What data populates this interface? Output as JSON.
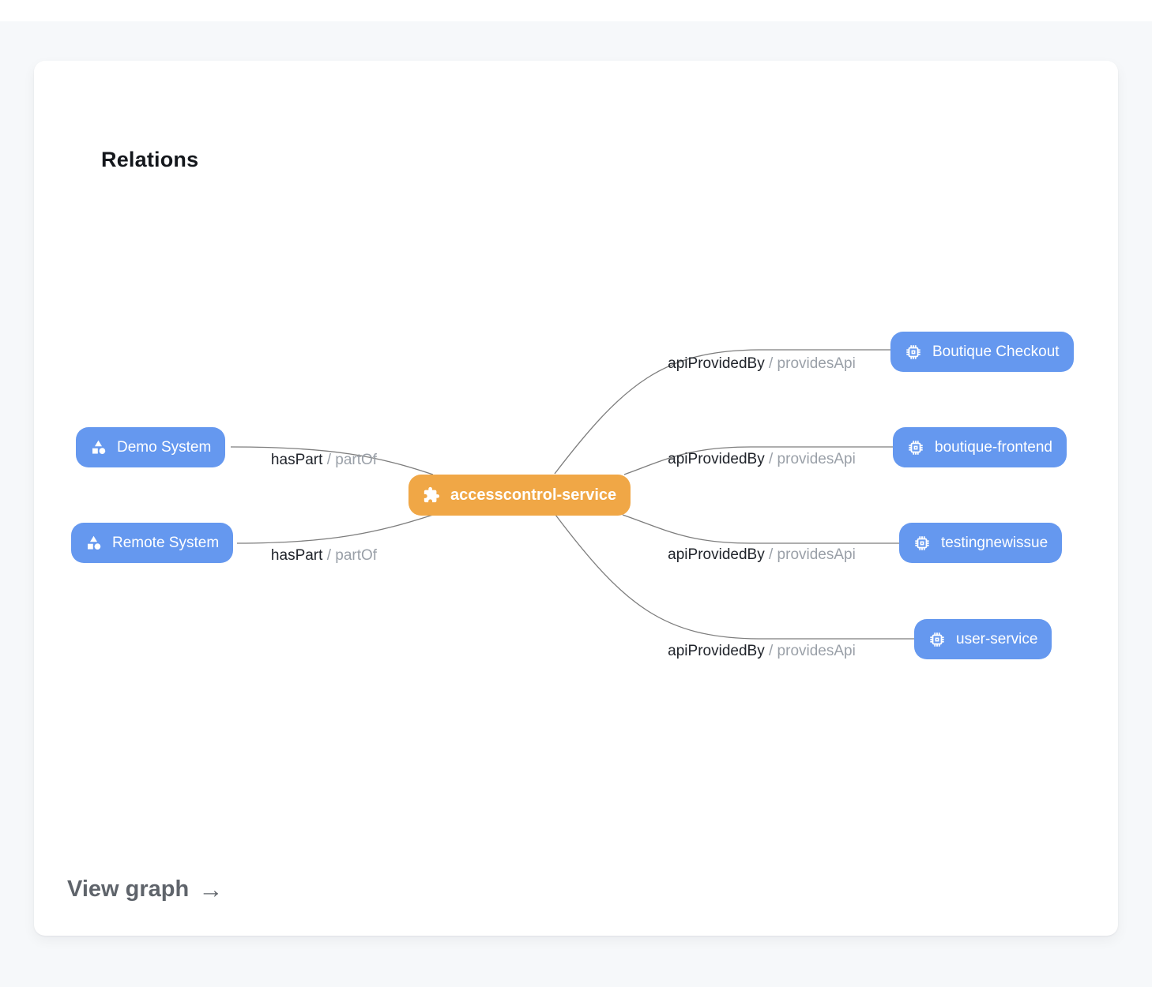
{
  "card": {
    "title": "Relations",
    "view_graph_label": "View graph",
    "view_graph_arrow": "→"
  },
  "graph": {
    "separator": "/",
    "center_node": {
      "label": "accesscontrol-service",
      "icon": "puzzle-icon"
    },
    "left_nodes": [
      {
        "label": "Demo System",
        "icon": "system-shapes-icon"
      },
      {
        "label": "Remote System",
        "icon": "system-shapes-icon"
      }
    ],
    "right_nodes": [
      {
        "label": "Boutique Checkout",
        "icon": "api-chip-icon"
      },
      {
        "label": "boutique-frontend",
        "icon": "api-chip-icon"
      },
      {
        "label": "testingnewissue",
        "icon": "api-chip-icon"
      },
      {
        "label": "user-service",
        "icon": "api-chip-icon"
      }
    ],
    "edges": [
      {
        "relation": "hasPart",
        "inverse": "partOf"
      },
      {
        "relation": "hasPart",
        "inverse": "partOf"
      },
      {
        "relation": "apiProvidedBy",
        "inverse": "providesApi"
      },
      {
        "relation": "apiProvidedBy",
        "inverse": "providesApi"
      },
      {
        "relation": "apiProvidedBy",
        "inverse": "providesApi"
      },
      {
        "relation": "apiProvidedBy",
        "inverse": "providesApi"
      }
    ]
  },
  "colors": {
    "node-blue": "#6598ef",
    "node-orange": "#f0a746",
    "edge": "#7d7d7d",
    "label-dark": "#20242b",
    "label-gray": "#9aa0a8",
    "page-bg": "#f6f8fa"
  }
}
